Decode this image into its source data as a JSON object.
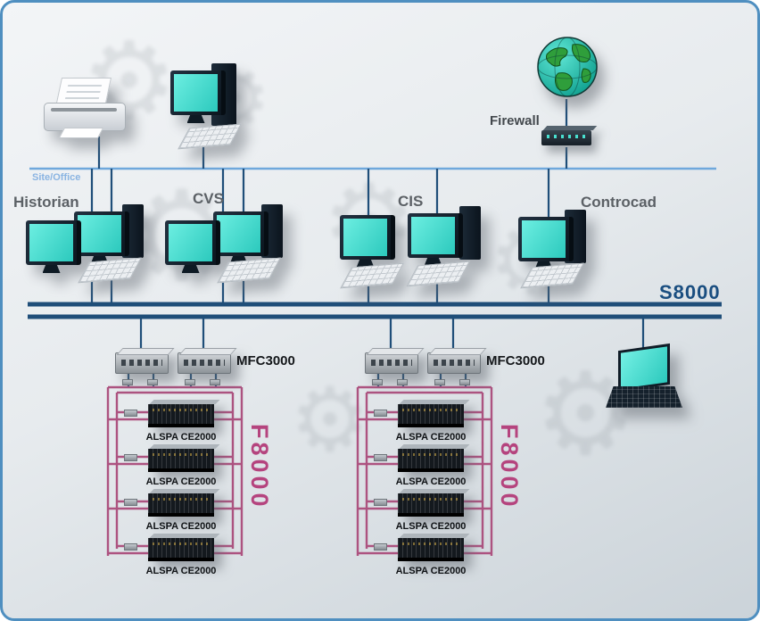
{
  "icons": {
    "gear": "⚙"
  },
  "labels": {
    "site_office": "Site/Office",
    "firewall": "Firewall",
    "s8000": "S8000"
  },
  "workstations": [
    {
      "label": "Historian"
    },
    {
      "label": "CVS"
    },
    {
      "label": "CIS"
    },
    {
      "label": "Controcad"
    }
  ],
  "control_groups": [
    {
      "mfc_label": "MFC3000",
      "ring_label": "F8000",
      "units": [
        {
          "label": "ALSPA CE2000"
        },
        {
          "label": "ALSPA CE2000"
        },
        {
          "label": "ALSPA CE2000"
        },
        {
          "label": "ALSPA CE2000"
        }
      ]
    },
    {
      "mfc_label": "MFC3000",
      "ring_label": "F8000",
      "units": [
        {
          "label": "ALSPA CE2000"
        },
        {
          "label": "ALSPA CE2000"
        },
        {
          "label": "ALSPA CE2000"
        },
        {
          "label": "ALSPA CE2000"
        }
      ]
    }
  ],
  "colors": {
    "screen_cyan": "#3EDCD2",
    "line_navy": "#1F4E79",
    "line_light_blue": "#6FA8DC",
    "ring_magenta": "#AD5380",
    "label_grey": "#5C6166",
    "border_blue": "#4F8FC0"
  }
}
